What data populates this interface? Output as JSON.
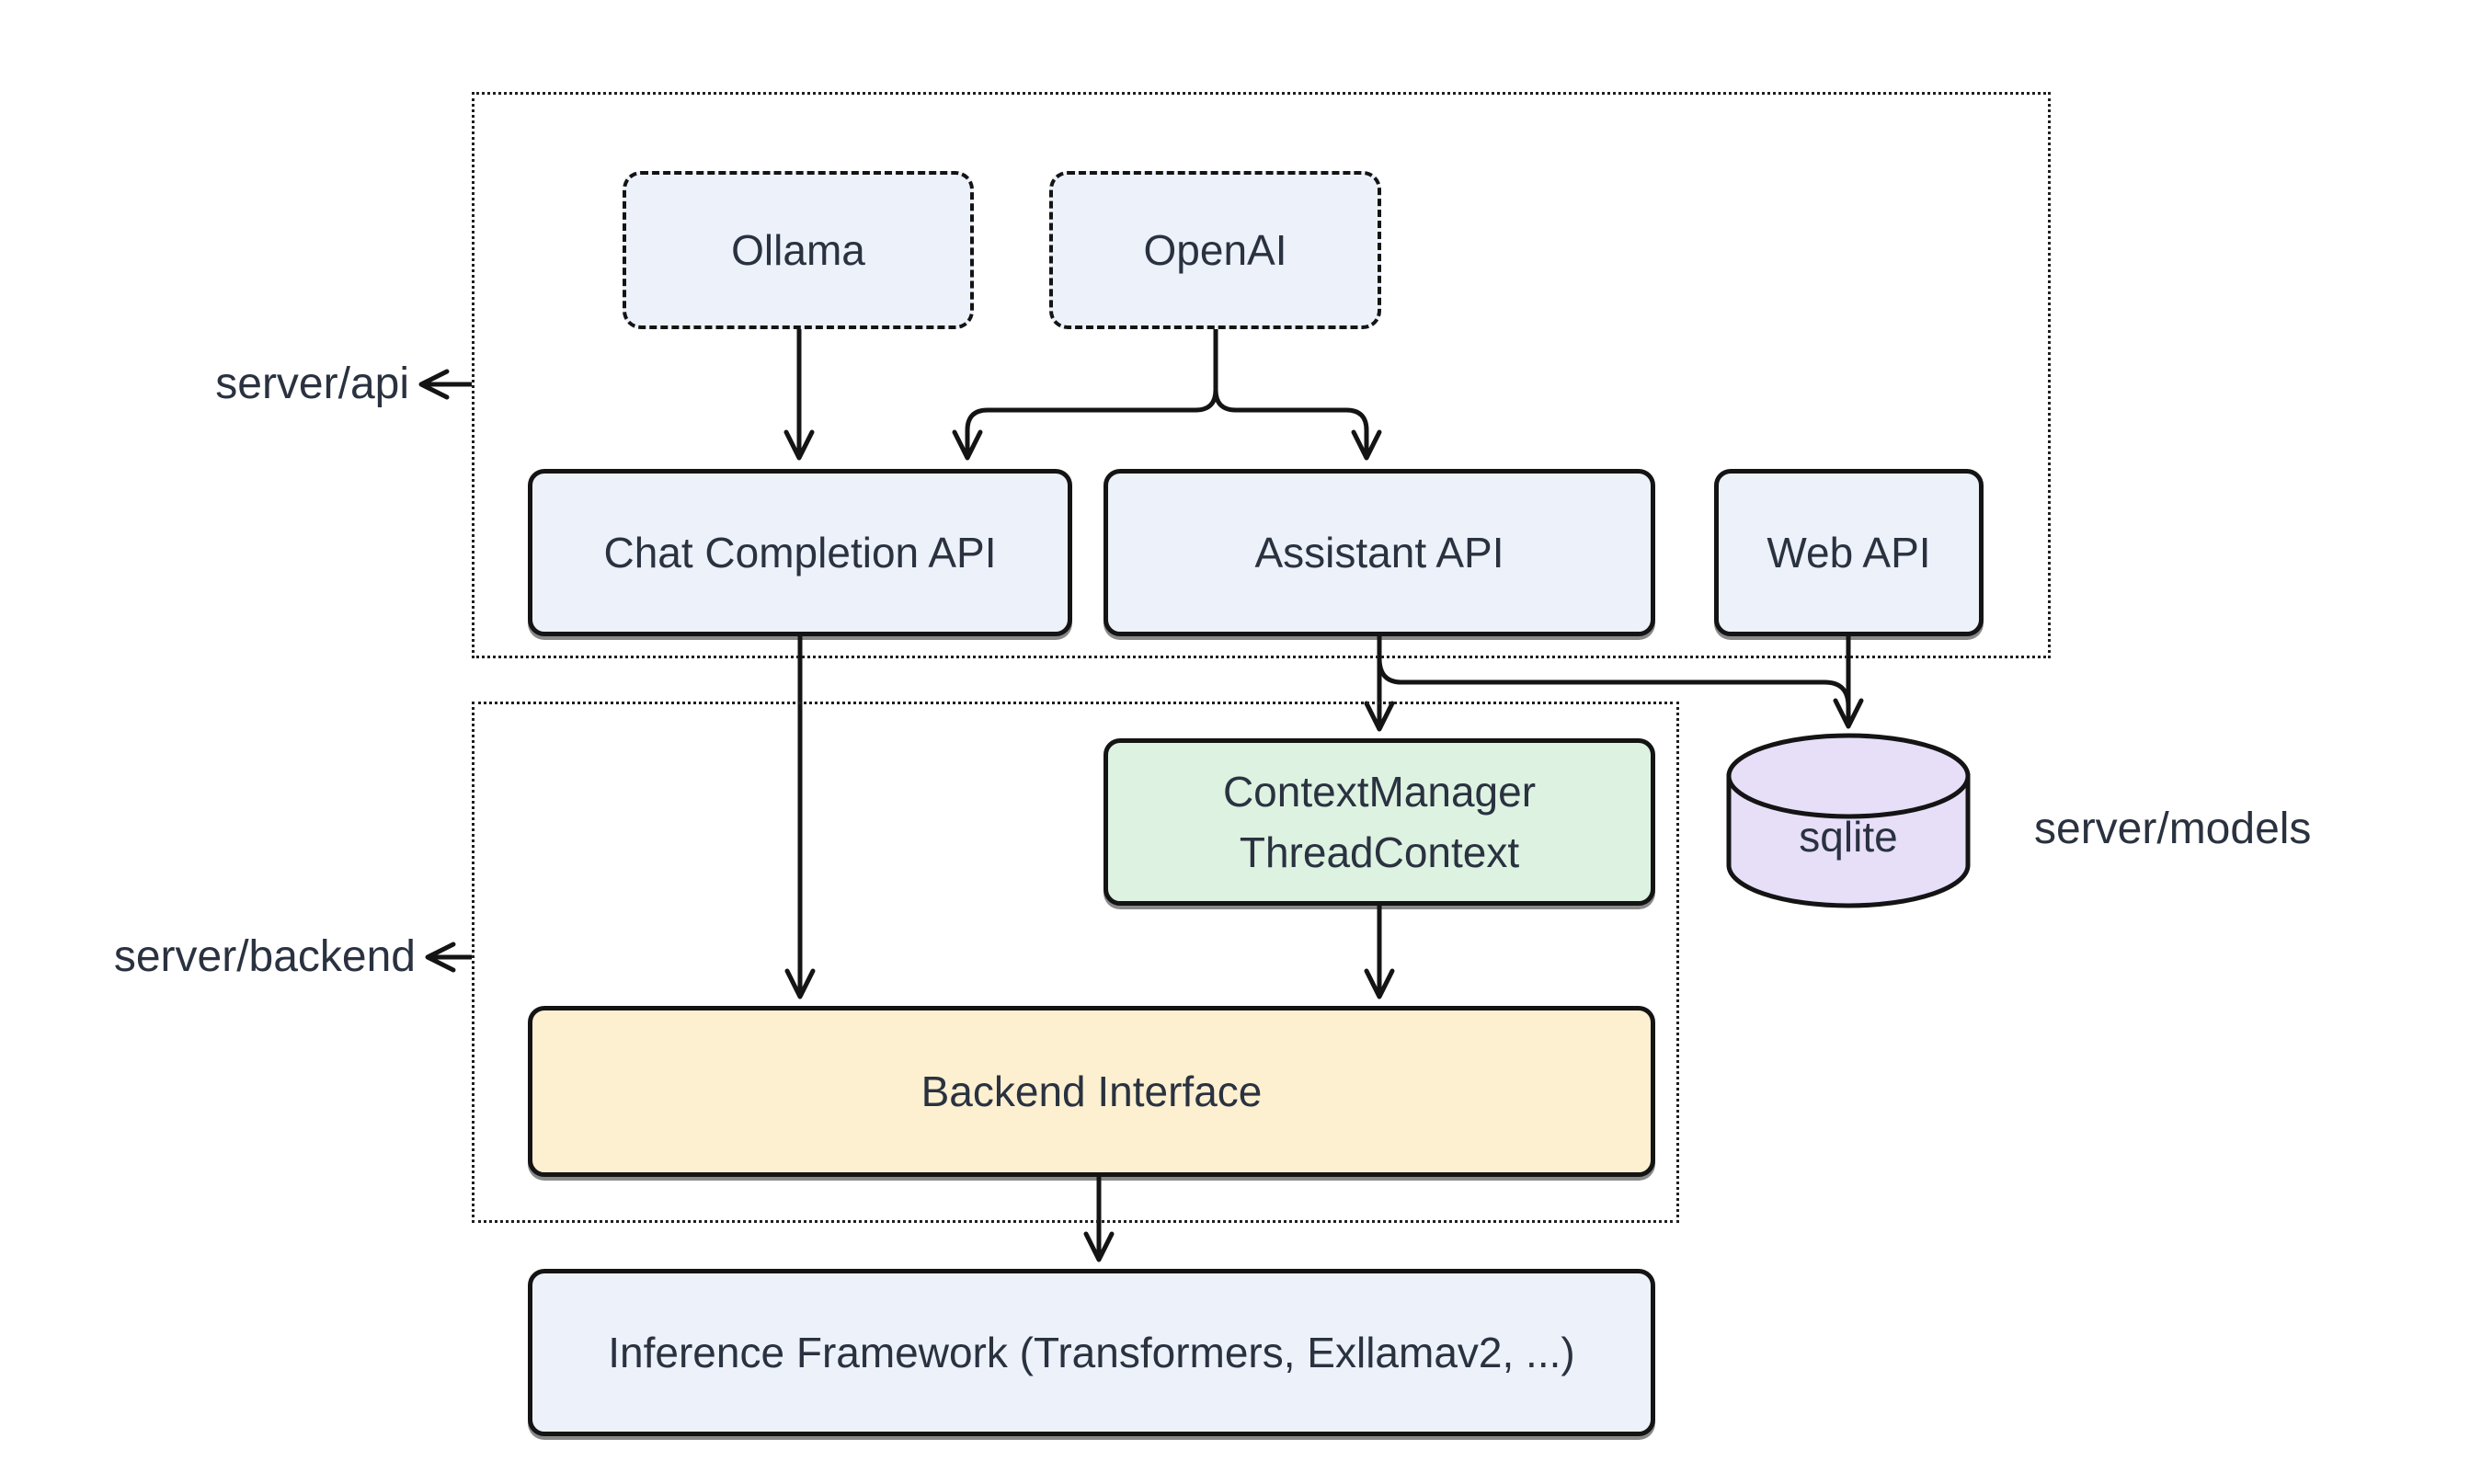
{
  "diagram": {
    "colors": {
      "background": "#ffffff",
      "node_fill_blue": "#ecf1fa",
      "node_fill_green": "#ddf2e1",
      "node_fill_yellow": "#fcf0d0",
      "node_fill_purple": "#e7def8",
      "stroke": "#141414",
      "text": "#2a3240"
    },
    "containers": {
      "server_api": {
        "label": "server/api"
      },
      "server_backend": {
        "label": "server/backend"
      }
    },
    "external_labels": {
      "server_models": "server/models"
    },
    "nodes": {
      "ollama": {
        "label": "Ollama"
      },
      "openai": {
        "label": "OpenAI"
      },
      "chat_completion_api": {
        "label": "Chat Completion API"
      },
      "assistant_api": {
        "label": "Assistant API"
      },
      "web_api": {
        "label": "Web API"
      },
      "context_manager": {
        "line1": "ContextManager",
        "line2": "ThreadContext"
      },
      "sqlite": {
        "label": "sqlite"
      },
      "backend_interface": {
        "label": "Backend Interface"
      },
      "inference_framework": {
        "label": "Inference Framework (Transformers, Exllamav2, ...)"
      }
    },
    "edges": [
      {
        "from": "ollama",
        "to": "chat_completion_api"
      },
      {
        "from": "openai",
        "to": "chat_completion_api"
      },
      {
        "from": "openai",
        "to": "assistant_api"
      },
      {
        "from": "chat_completion_api",
        "to": "backend_interface"
      },
      {
        "from": "assistant_api",
        "to": "context_manager"
      },
      {
        "from": "assistant_api",
        "to": "sqlite"
      },
      {
        "from": "web_api",
        "to": "sqlite"
      },
      {
        "from": "context_manager",
        "to": "backend_interface"
      },
      {
        "from": "backend_interface",
        "to": "inference_framework"
      }
    ]
  }
}
